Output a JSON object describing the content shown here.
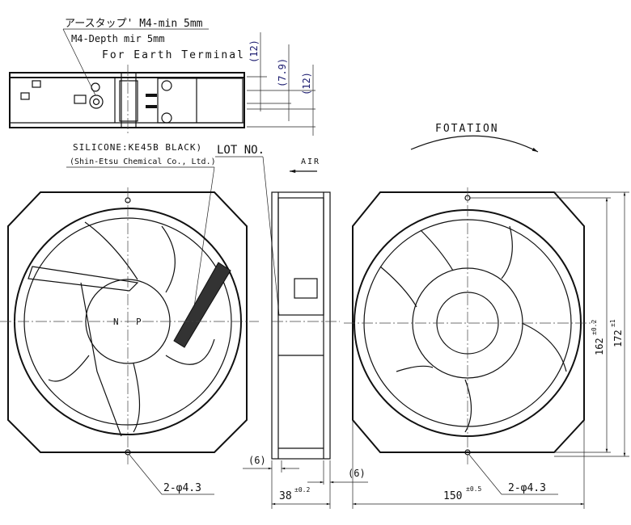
{
  "title": "Fan outline drawing",
  "notes": {
    "earth_tap_jp": "アースタップ' M4-min 5mm",
    "earth_tap_en": "M4-Depth mir 5mm",
    "earth_terminal": "For Earth Terminal",
    "silicone": "SILICONE:KE45B BLACK)",
    "maker": "(Shin-Etsu Chemical Co., Ltd.)",
    "lot_no": "LOT NO.",
    "air": "AIR",
    "rotation": "FOTATION",
    "n_label": "N",
    "p_label": "P"
  },
  "dimensions": {
    "top_12a": "(12)",
    "top_7_9": "(7.9)",
    "top_12b": "(12)",
    "left_6": "(6)",
    "right_6": "(6)",
    "depth_value": "38",
    "depth_tol": "±0.2",
    "width_value": "150",
    "width_tol": "±0.5",
    "inner_h_value": "162",
    "inner_h_tol": "±0.2",
    "outer_h_value": "172",
    "outer_h_tol": "±1",
    "hole_left": "2-φ4.3",
    "hole_right": "2-φ4.3"
  },
  "colors": {
    "line": "#111111",
    "dim_text": "#1a1a6e"
  }
}
